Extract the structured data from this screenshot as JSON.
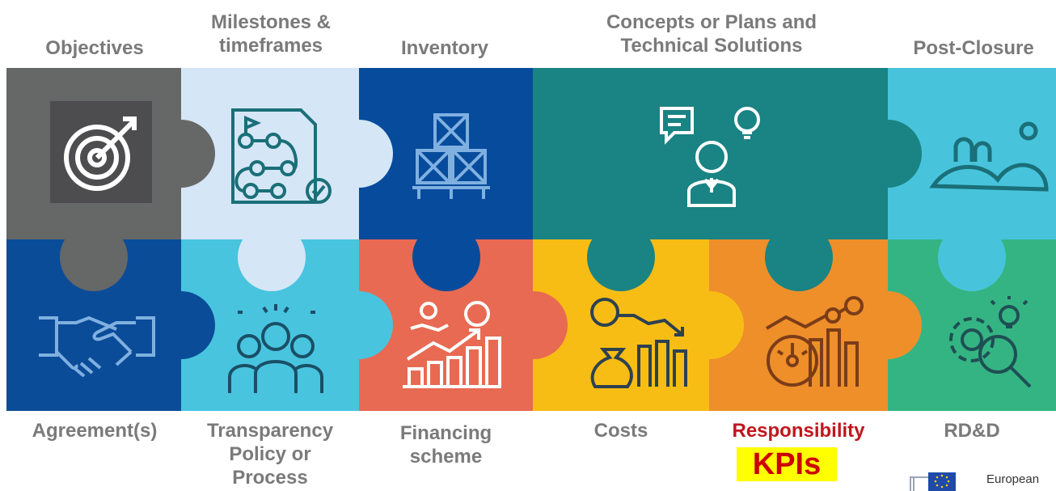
{
  "top_labels": {
    "objectives": "Objectives",
    "milestones_1": "Milestones &",
    "milestones_2": "timeframes",
    "inventory": "Inventory",
    "concepts_1": "Concepts or Plans and",
    "concepts_2": "Technical Solutions",
    "post_closure": "Post-Closure"
  },
  "bottom_labels": {
    "agreements": "Agreement(s)",
    "transparency_1": "Transparency",
    "transparency_2": "Policy or",
    "transparency_3": "Process",
    "financing_1": "Financing",
    "financing_2": "scheme",
    "costs": "Costs",
    "responsibility": "Responsibility",
    "kpis": "KPIs",
    "rdd": "RD&D"
  },
  "logo": {
    "text": "European"
  },
  "icons": {
    "objectives": "target-icon",
    "milestones": "roadmap-icon",
    "inventory": "boxes-icon",
    "concepts": "person-idea-icon",
    "post_closure": "landscape-icon",
    "agreements": "handshake-icon",
    "transparency": "team-icon",
    "financing": "money-growth-icon",
    "costs": "money-decline-icon",
    "responsibility": "gauge-chart-icon",
    "rdd": "gear-search-icon"
  },
  "colors": {
    "objectives": "#666767",
    "milestones": "#d5e6f6",
    "inventory": "#074b9c",
    "concepts": "#1a8383",
    "post_closure": "#47c4dc",
    "agreements": "#0a4c98",
    "transparency": "#48c4df",
    "financing": "#e86a52",
    "costs": "#f8bd14",
    "responsibility": "#ee8f2a",
    "rdd": "#35b483",
    "responsibility_text": "#c0161e",
    "kpi_highlight": "#ffff00"
  }
}
